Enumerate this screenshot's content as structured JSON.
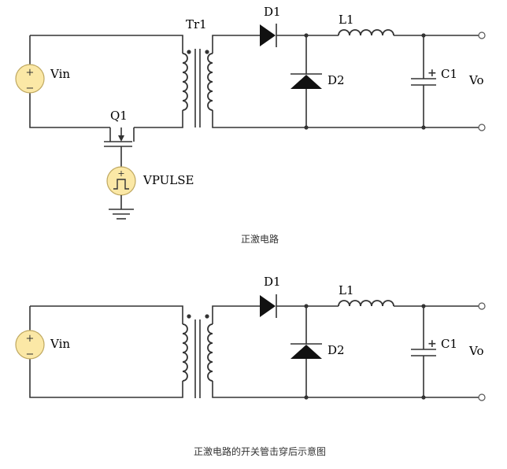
{
  "diagrams": [
    {
      "labels": {
        "vin": "Vin",
        "tr": "Tr1",
        "d1": "D1",
        "d2": "D2",
        "l1": "L1",
        "c1": "C1",
        "vo": "Vo",
        "q1": "Q1",
        "vpulse": "VPULSE"
      },
      "caption": "正激电路"
    },
    {
      "labels": {
        "vin": "Vin",
        "d1": "D1",
        "d2": "D2",
        "l1": "L1",
        "c1": "C1",
        "vo": "Vo"
      },
      "caption": "正激电路的开关管击穿后示意图"
    }
  ],
  "symbols": {
    "plus": "+",
    "minus": "−",
    "cap_plus": "+"
  }
}
